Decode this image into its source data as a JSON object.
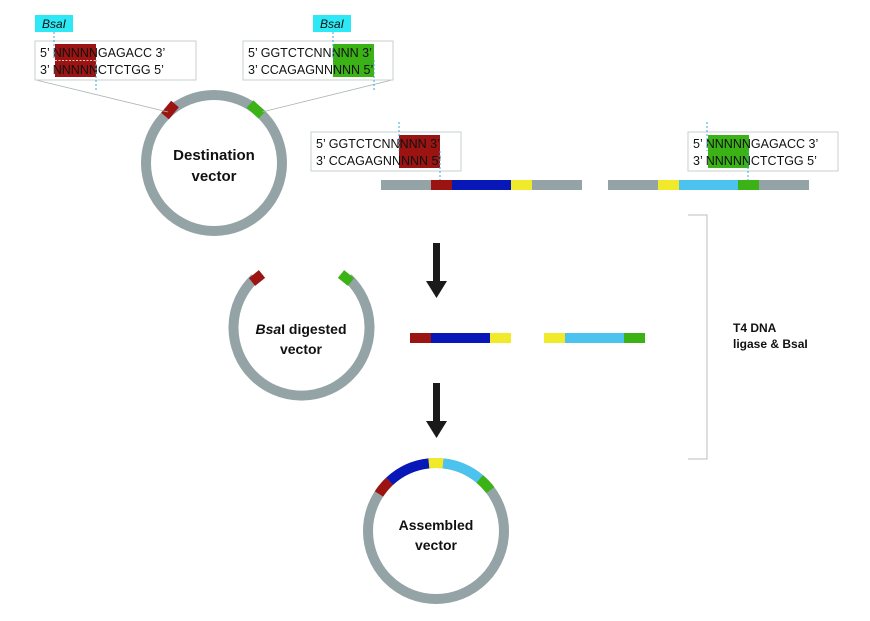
{
  "colors": {
    "backbone": "#94a3a6",
    "red": "#9b1412",
    "dark_blue": "#0717b8",
    "yellow": "#f0ea2a",
    "light_blue": "#4cc3ef",
    "green": "#3bb317",
    "cyan_label": "#2de9f5",
    "arrow": "#1a1a1a"
  },
  "site_labels": {
    "left": "BsaI",
    "right": "BsaI"
  },
  "boxes": {
    "dest_left": {
      "top_prefix": "5’ ",
      "top_n": "NNNN",
      "top_suffix": "NGAGACC 3’",
      "bottom_prefix": "3’ ",
      "bottom_n": "NNNN",
      "bottom_suffix": "NCTCTGG 5’"
    },
    "dest_right": {
      "top_prefix": "5’ GGTCTCN",
      "top_n": "NNNN",
      "top_suffix": " 3’",
      "bottom_prefix": "3’ CCAGAGN",
      "bottom_n": "NNNN",
      "bottom_suffix": " 5’"
    },
    "insert_left": {
      "top_prefix": "5’ GGTCTCN",
      "top_n": "NNNN",
      "top_suffix": " 3’",
      "bottom_prefix": "3’ CCAGAGN",
      "bottom_n": "NNNN",
      "bottom_suffix": " 5’"
    },
    "insert_right": {
      "top_prefix": "5’ ",
      "top_n": "NNNN",
      "top_suffix": "NGAGACC 3’",
      "bottom_prefix": "3’ ",
      "bottom_n": "NNNN",
      "bottom_suffix": "NCTCTGG 5’"
    }
  },
  "labels": {
    "destination": [
      "Destination",
      "vector"
    ],
    "digested_italic": "Bsa",
    "digested_rest": "I digested",
    "digested_line2": "vector",
    "assembled": [
      "Assembled",
      "vector"
    ],
    "enzyme": [
      "T4 DNA",
      "ligase & BsaI"
    ]
  }
}
